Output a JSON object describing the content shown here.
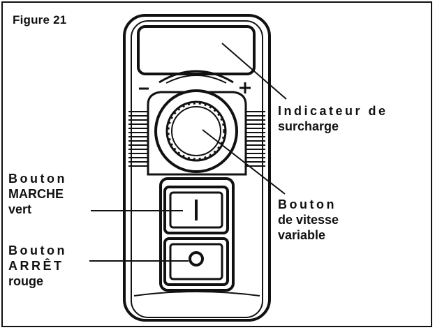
{
  "figure": {
    "title": "Figure 21"
  },
  "labels": {
    "overload": {
      "line1": "Indicateur de",
      "line2": "surcharge"
    },
    "green_button": {
      "line1": "Bouton",
      "line2": "MARCHE",
      "line3": "vert"
    },
    "speed_knob": {
      "line1": "Bouton",
      "line2": "de vitesse",
      "line3": "variable"
    },
    "red_button": {
      "line1": "Bouton",
      "line2": "ARRÊT",
      "line3": "rouge"
    }
  },
  "device": {
    "minus_symbol": "−",
    "plus_symbol": "+",
    "start_symbol": "I",
    "stop_symbol": "O"
  },
  "colors": {
    "line": "#111111",
    "background": "#ffffff"
  }
}
